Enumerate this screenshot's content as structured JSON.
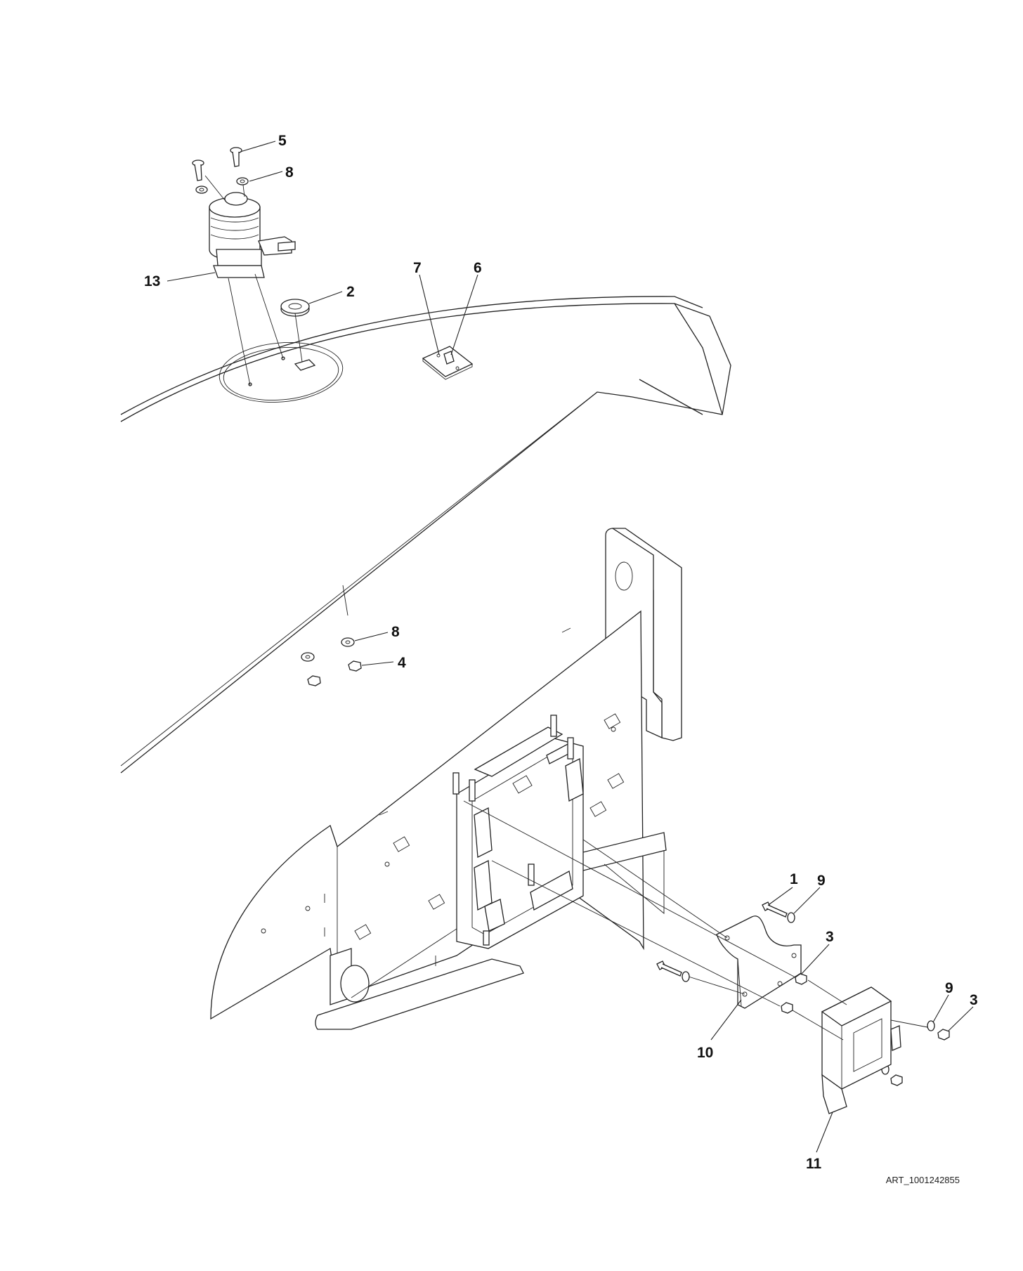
{
  "callouts": {
    "c5": "5",
    "c8a": "8",
    "c13": "13",
    "c2": "2",
    "c7": "7",
    "c6": "6",
    "c8b": "8",
    "c4": "4",
    "c1": "1",
    "c9a": "9",
    "c3a": "3",
    "c9b": "9",
    "c3b": "3",
    "c10": "10",
    "c11": "11"
  },
  "art_reference": "ART_1001242855"
}
